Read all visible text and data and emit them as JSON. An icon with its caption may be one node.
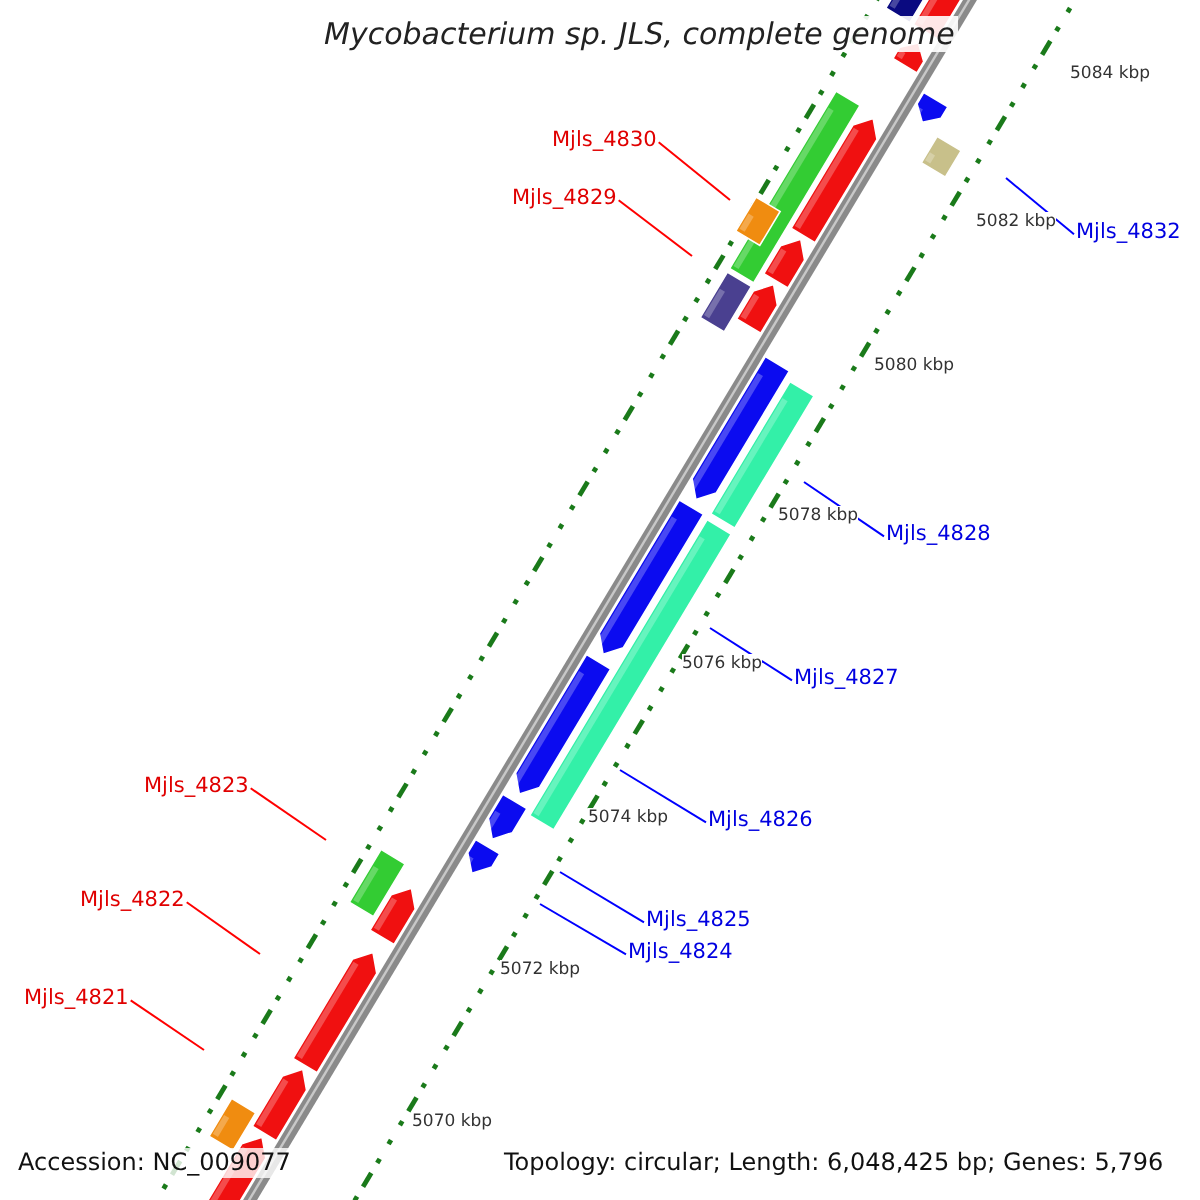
{
  "diagram": {
    "title": "Mycobacterium sp. JLS, complete genome",
    "nodes": [
      {
        "text": [
          "Mjls_4830"
        ]
      },
      {
        "text": [
          "Mjls_4829"
        ]
      },
      {
        "text": [
          "Mjls_4832"
        ]
      },
      {
        "text": [
          "Mjls_4828"
        ]
      },
      {
        "text": [
          "Mjls_4827"
        ]
      },
      {
        "text": [
          "Mjls_4823"
        ]
      },
      {
        "text": [
          "Mjls_4826"
        ]
      },
      {
        "text": [
          "Mjls_4822"
        ]
      },
      {
        "text": [
          "Mjls_4825"
        ]
      },
      {
        "text": [
          "Mjls_4824"
        ]
      },
      {
        "text": [
          "Mjls_4821"
        ]
      }
    ],
    "edges": [
      {
        "from": 0,
        "to": null,
        "arrow": "none",
        "color": "#ff0000"
      },
      {
        "from": 1,
        "to": null,
        "arrow": "none",
        "color": "#ff0000"
      },
      {
        "from": 2,
        "to": null,
        "arrow": "none"
      },
      {
        "from": 3,
        "to": null,
        "arrow": "none"
      },
      {
        "from": 4,
        "to": null,
        "arrow": "none"
      },
      {
        "from": 5,
        "to": null,
        "arrow": "none",
        "color": "#ff0000"
      },
      {
        "from": 6,
        "to": null,
        "arrow": "none"
      },
      {
        "from": 7,
        "to": null,
        "arrow": "none",
        "color": "#ff0000"
      },
      {
        "from": 8,
        "to": null,
        "arrow": "none"
      },
      {
        "from": 9,
        "to": null,
        "arrow": "none"
      },
      {
        "from": 10,
        "to": null,
        "arrow": "none",
        "color": "#ff0000"
      }
    ],
    "labels": [
      "5084 kbp",
      "5082 kbp",
      "5080 kbp",
      "5078 kbp",
      "5076 kbp",
      "5074 kbp",
      "5072 kbp",
      "5070 kbp",
      "Accession: NC_009077",
      "Topology: circular; Length: 6,048,425 bp; Genes: 5,796"
    ]
  }
}
